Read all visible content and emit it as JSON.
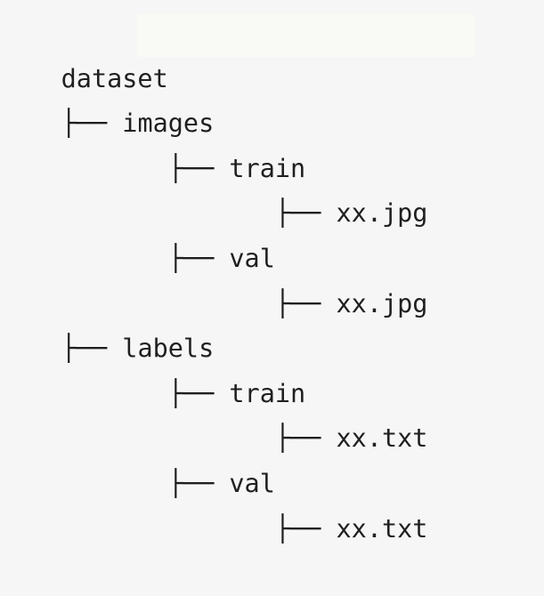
{
  "tree": {
    "root": "dataset",
    "entries": [
      {
        "prefix": "├── ",
        "name": "images"
      },
      {
        "prefix": "       ├── ",
        "name": "train"
      },
      {
        "prefix": "              ├── ",
        "name": "xx.jpg"
      },
      {
        "prefix": "       ├── ",
        "name": "val"
      },
      {
        "prefix": "              ├── ",
        "name": "xx.jpg"
      },
      {
        "prefix": "├── ",
        "name": "labels"
      },
      {
        "prefix": "       ├── ",
        "name": "train"
      },
      {
        "prefix": "              ├── ",
        "name": "xx.txt"
      },
      {
        "prefix": "       ├── ",
        "name": "val"
      },
      {
        "prefix": "              ├── ",
        "name": "xx.txt"
      }
    ]
  }
}
